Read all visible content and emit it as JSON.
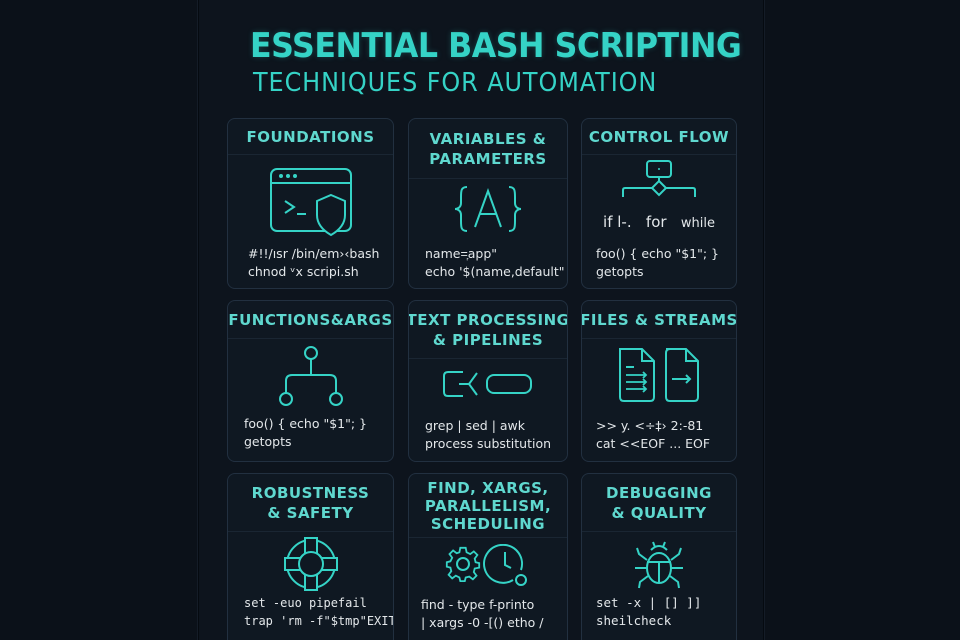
{
  "header": {
    "title": "ESSENTIAL BASH SCRIPTING",
    "subtitle": "TECHNIQUES FOR AUTOMATION"
  },
  "colors": {
    "background": "#0b1119",
    "panel": "#0d141d",
    "card": "#0f1822",
    "card_border": "#223040",
    "accent": "#35d3c6",
    "heading": "#5fd8cf",
    "code_text": "#e3e7ea"
  },
  "cards": [
    {
      "title": [
        "FOUNDATIONS"
      ],
      "icon": "terminal-window-shield-icon",
      "lines": [
        "#!!/ısr /bin/em›‹bash",
        "chnod ᵛx scripi.sh"
      ]
    },
    {
      "title": [
        "VARIABLES &",
        "PARAMETERS"
      ],
      "icon": "braces-variable-icon",
      "icon_text": "{A}",
      "lines": [
        "name=᷊app\"",
        "echo '$(name,default\""
      ]
    },
    {
      "title": [
        "CONTROL FLOW"
      ],
      "icon": "flowchart-branch-icon",
      "branch_labels": [
        "if l-.",
        "for",
        "while"
      ],
      "lines": [
        "foo() { echo \"$1\"; }",
        "getopts"
      ]
    },
    {
      "title": [
        "FUNCTIONS&ARGS"
      ],
      "icon": "function-tree-icon",
      "lines": [
        "foo() { echo \"$1\"; }",
        "getopts"
      ]
    },
    {
      "title": [
        "TEXT PROCESSING",
        "& PIPELINES"
      ],
      "icon": "pipe-connector-icon",
      "lines": [
        "grep | sed | awk",
        "process substitution"
      ]
    },
    {
      "title": [
        "FILES & STREAMS"
      ],
      "icon": "file-redirect-icon",
      "lines": [
        ">> y. <÷‡› 2:-81",
        "cat <<EOF ...  EOF"
      ]
    },
    {
      "title": [
        "ROBUSTNESS",
        "& SAFETY"
      ],
      "icon": "lifebuoy-icon",
      "lines": [
        "set -euo pipefail",
        "trap 'rm -f\"$tmp\"EXIT"
      ]
    },
    {
      "title": [
        "FIND, XARGS,",
        "PARALLELISM,",
        "SCHEDULING"
      ],
      "icon": "gear-clock-icon",
      "lines": [
        "find - type f-printo",
        "| xargs -0 -[() etho /"
      ]
    },
    {
      "title": [
        "DEBUGGING",
        "& QUALITY"
      ],
      "icon": "bug-icon",
      "lines": [
        "set -x   | [] ]]",
        "sheilcheck"
      ]
    }
  ]
}
